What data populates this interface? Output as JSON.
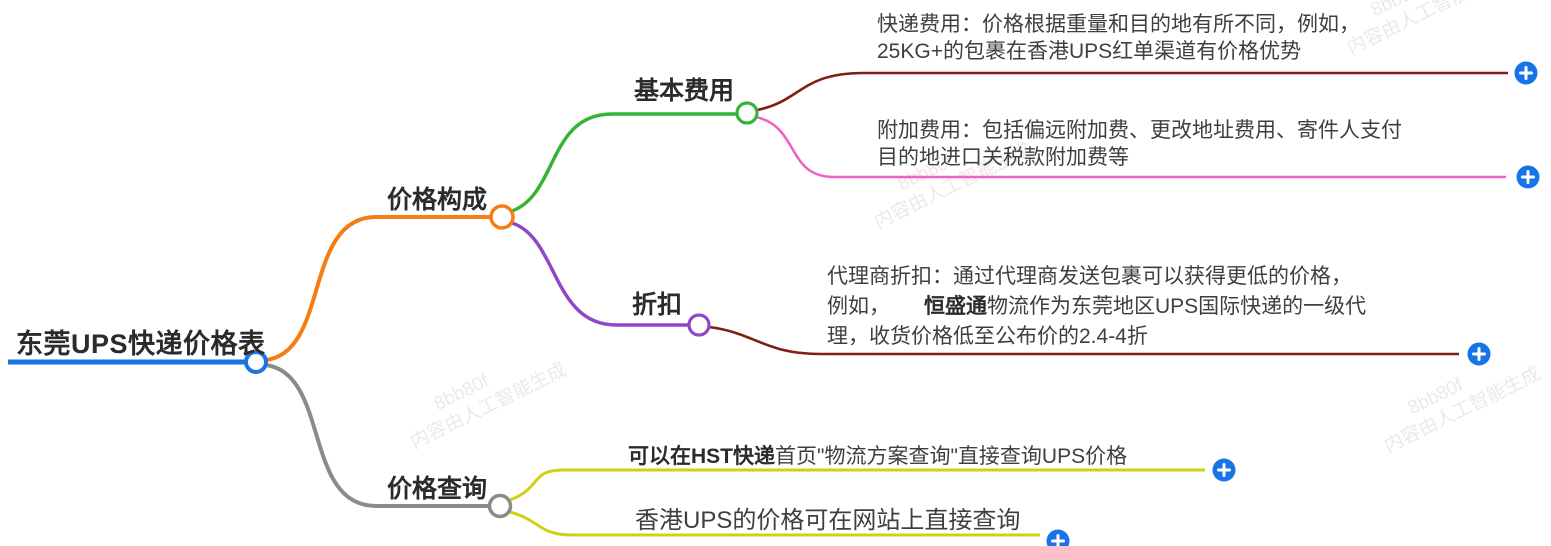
{
  "watermark": {
    "line1": "8bb80f",
    "line2": "内容由人工智能生成"
  },
  "colors": {
    "root_blue": "#1a76e2",
    "branch_composition_orange": "#f57d14",
    "node_basic_fee_green": "#36b336",
    "node_discount_purple": "#9146c8",
    "branch_query_gray": "#8b8b8b",
    "leaf_maroon": "#7e1e14",
    "leaf_pink": "#ee63c5",
    "leaf_yellow": "#cfd116",
    "plus_button_blue": "#1774e8"
  },
  "root": {
    "label": "东莞UPS快递价格表"
  },
  "branches": {
    "composition": {
      "label": "价格构成",
      "children": {
        "basic_fee": {
          "label": "基本费用",
          "leaves": {
            "express_fee": {
              "line1": "快递费用：价格根据重量和目的地有所不同，例如，",
              "line2": "25KG+的包裹在香港UPS红单渠道有价格优势"
            },
            "surcharge": {
              "line1": "附加费用：包括偏远附加费、更改地址费用、寄件人支付",
              "line2": "目的地进口关税款附加费等"
            }
          }
        },
        "discount": {
          "label": "折扣",
          "leaves": {
            "agent_discount": {
              "line1": "代理商折扣：通过代理商发送包裹可以获得更低的价格，",
              "line2_prefix": "例如，",
              "line2_brand": "恒盛通",
              "line2_rest": "物流作为东莞地区UPS国际快递的一级代",
              "line3": "理，收货价格低至公布价的2.4-4折"
            }
          }
        }
      }
    },
    "query": {
      "label": "价格查询",
      "leaves": {
        "hst": {
          "bold": "可以在HST快递",
          "rest": "首页\"物流方案查询\"直接查询UPS价格"
        },
        "hk": {
          "text": "香港UPS的价格可在网站上直接查询"
        }
      }
    }
  }
}
